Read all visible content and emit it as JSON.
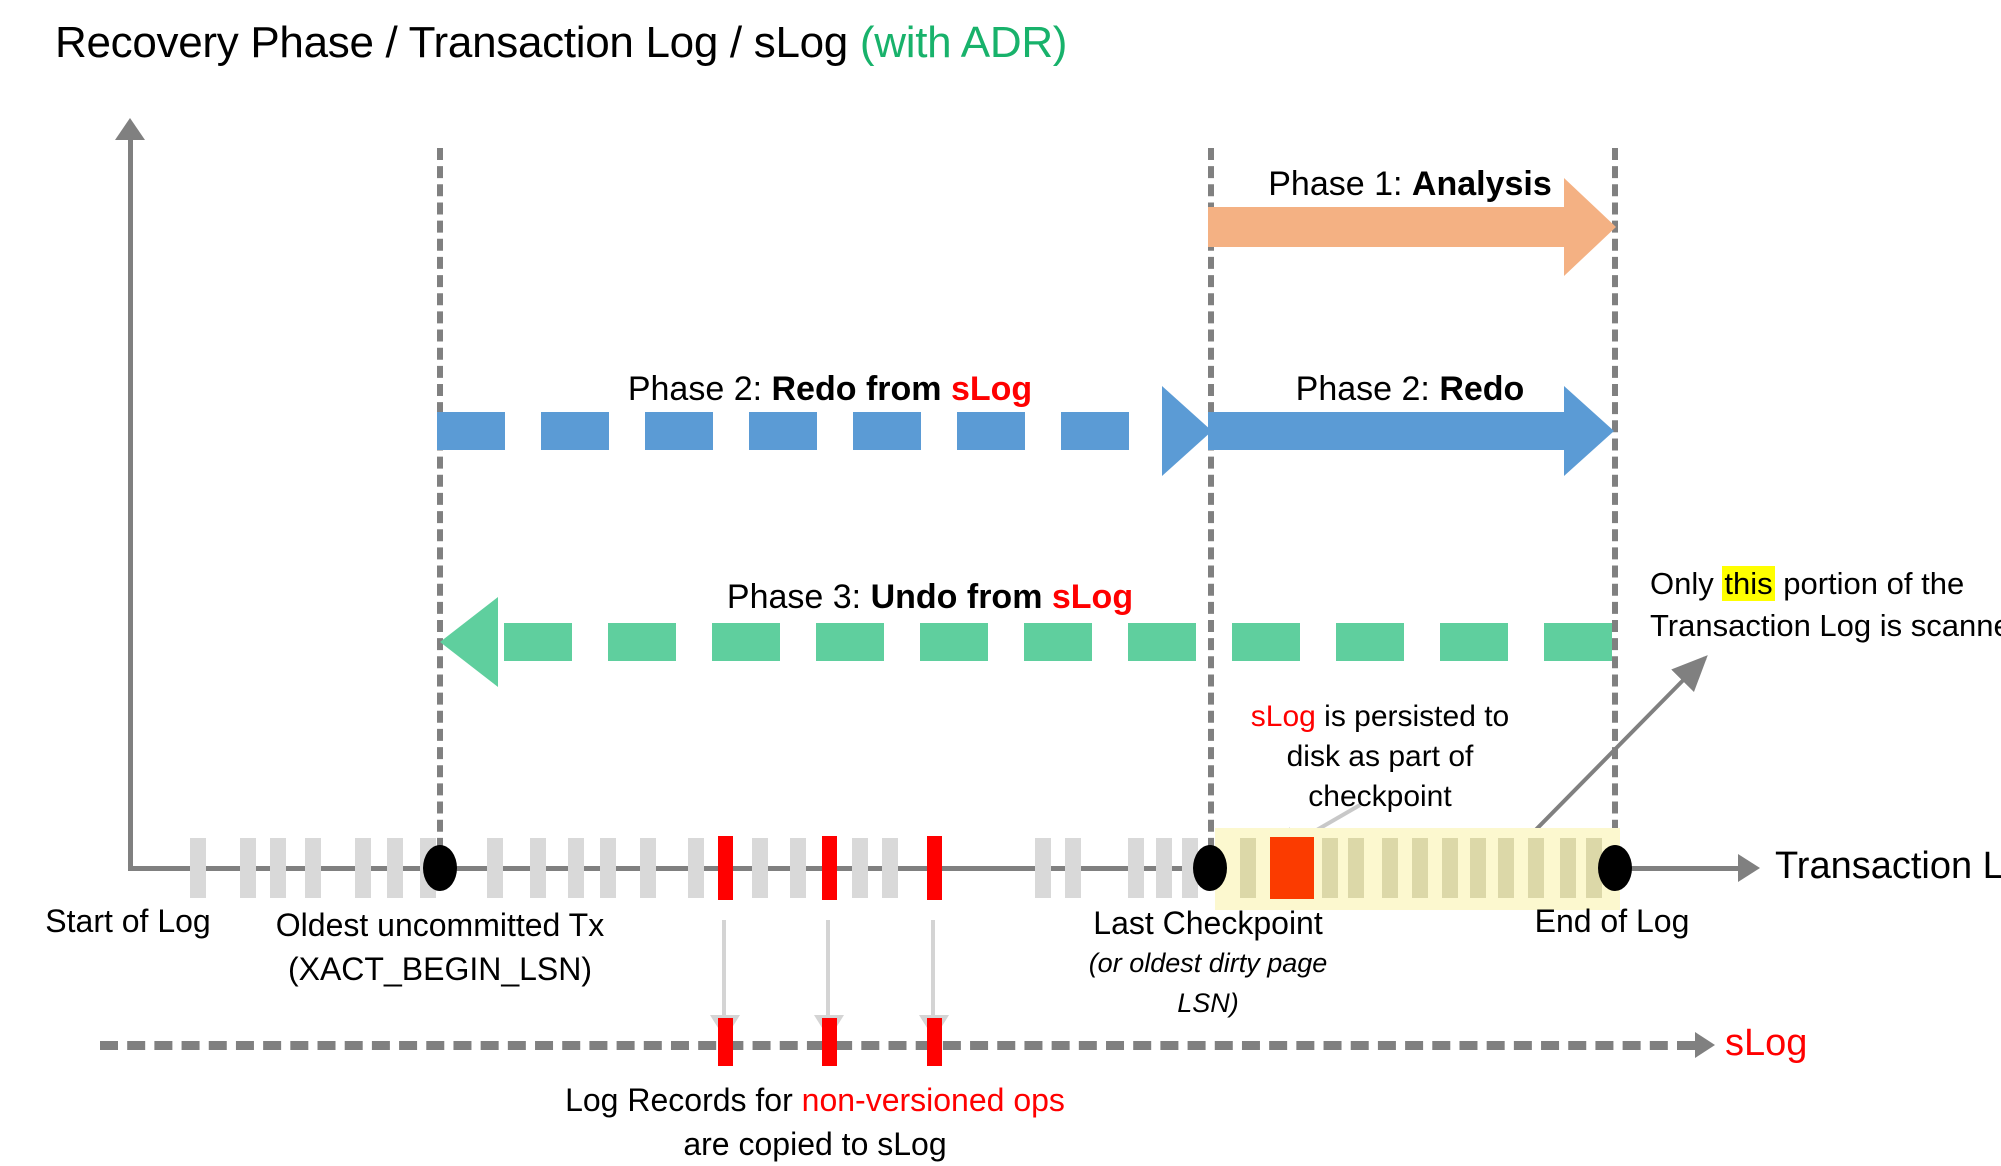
{
  "title": {
    "main": "Recovery Phase / Transaction Log / sLog ",
    "suffix": "(with ADR)",
    "suffix_color": "#18b26b"
  },
  "phases": [
    {
      "id": "phase1",
      "prefix": "Phase 1: ",
      "name": "Analysis",
      "color": "#f4b183",
      "style": "solid",
      "direction": "right"
    },
    {
      "id": "phase2_slog",
      "prefix": "Phase 2: ",
      "name": "Redo from ",
      "name2": "sLog",
      "color": "#5b9bd5",
      "style": "dashed",
      "direction": "right"
    },
    {
      "id": "phase2",
      "prefix": "Phase 2: ",
      "name": "Redo",
      "color": "#5b9bd5",
      "style": "solid",
      "direction": "right"
    },
    {
      "id": "phase3",
      "prefix": "Phase 3: ",
      "name": "Undo from ",
      "name2": "sLog",
      "color": "#5fcf9e",
      "style": "dashed",
      "direction": "left"
    }
  ],
  "annotations": {
    "checkpoint_note": {
      "red": "sLog",
      "rest": " is persisted to",
      "line2": "disk as part of",
      "line3": "checkpoint"
    },
    "scanned_note": {
      "pre": "Only ",
      "hl": "this",
      "post": " portion of the",
      "line2": "Transaction Log is scanned."
    }
  },
  "axis_labels": {
    "transaction_log": "Transaction Log",
    "slog": "sLog"
  },
  "markers": [
    {
      "id": "start-of-log",
      "label": "Start of Log",
      "sub": ""
    },
    {
      "id": "oldest-uncommitted-tx",
      "label": "Oldest uncommitted Tx",
      "sub": "(XACT_BEGIN_LSN)"
    },
    {
      "id": "last-checkpoint",
      "label": "Last Checkpoint",
      "sub": "(or oldest dirty page",
      "sub2": "LSN)"
    },
    {
      "id": "end-of-log",
      "label": "End of Log",
      "sub": ""
    }
  ],
  "bottom_caption": {
    "pre": "Log Records for ",
    "red": "non-versioned ops",
    "line2": "are copied to sLog"
  },
  "colors": {
    "analysis": "#f4b183",
    "redo": "#5b9bd5",
    "undo": "#5fcf9e",
    "record_gray": "#d9d9d9",
    "record_red": "#ff0000",
    "highlight_yellow": "#fcf8cf",
    "axis_gray": "#808080",
    "adr_green": "#18b26b"
  }
}
